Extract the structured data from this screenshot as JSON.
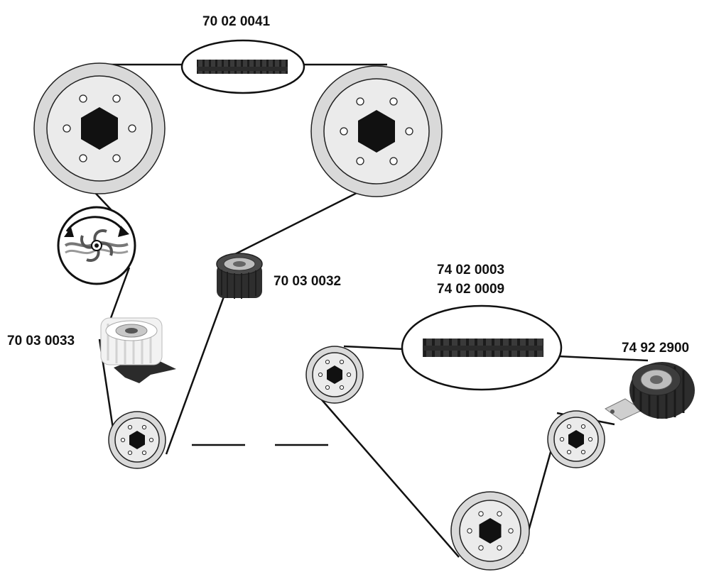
{
  "labels": {
    "main_belt": "70 02 0041",
    "idler_pulley": "70 03 0032",
    "tensioner": "70 03 0033",
    "aux_belt_1": "74 02 0003",
    "aux_belt_2": "74 02 0009",
    "aux_tensioner": "74 92 2900"
  },
  "colors": {
    "belt_line": "#111111",
    "pulley_outer": "#d9d9d9",
    "pulley_inner": "#ebebeb",
    "hub": "#111111",
    "belt_body": "#3a3a3a"
  },
  "icons": {
    "water_pump": "water-pump-icon",
    "idler": "idler-pulley-icon",
    "tensioner": "tensioner-icon",
    "aux_tensioner": "aux-tensioner-icon"
  }
}
